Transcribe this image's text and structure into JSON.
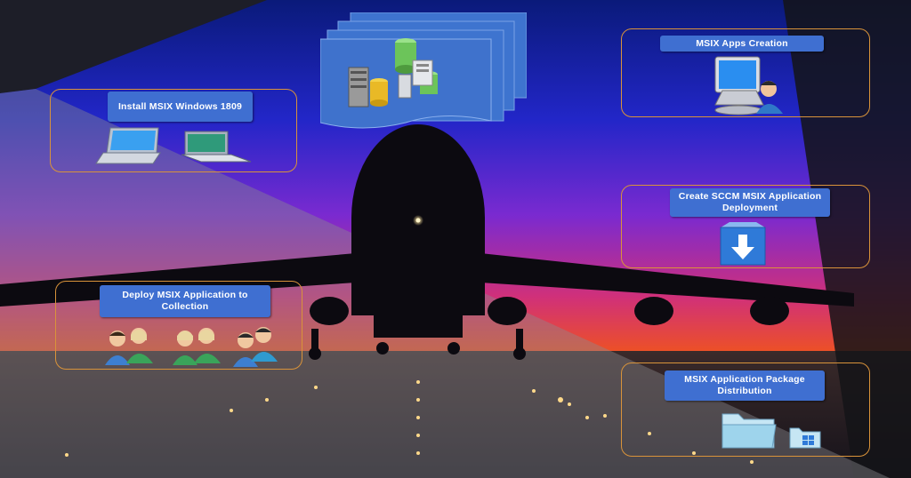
{
  "steps": {
    "apps_creation": {
      "label": "MSIX Apps Creation",
      "icon": "computer-user-icon"
    },
    "install_windows": {
      "label": "Install MSIX Windows 1809",
      "icon": "laptop-icon"
    },
    "sccm_deployment": {
      "label": "Create SCCM MSIX Application Deployment",
      "icon": "download-box-icon"
    },
    "deploy_collection": {
      "label": "Deploy MSIX Application to Collection",
      "icon": "users-group-icon"
    },
    "package_distribution": {
      "label": "MSIX Application Package Distribution",
      "icon": "folder-icon"
    },
    "servers": {
      "icon": "server-database-icon"
    }
  },
  "colors": {
    "label_bg": "#3f6fd1",
    "panel_border": "#d9933a",
    "sky_top": "#1c22c8",
    "sky_horizon": "#f0541c"
  }
}
